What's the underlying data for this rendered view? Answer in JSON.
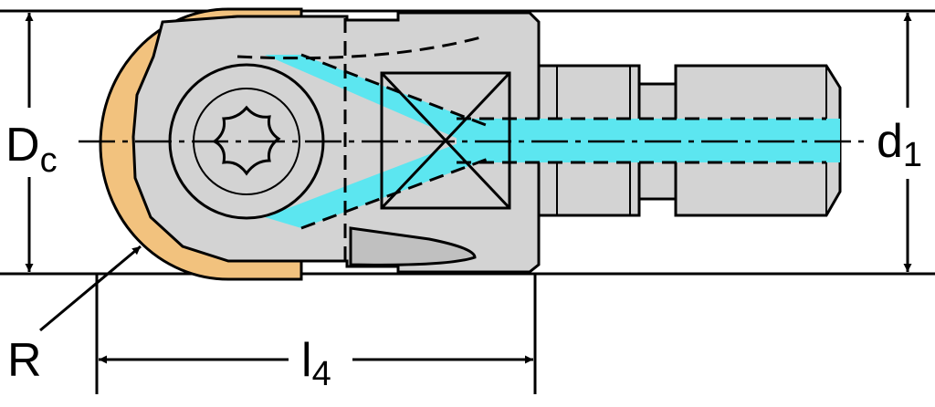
{
  "labels": {
    "dc": {
      "main": "D",
      "sub": "c"
    },
    "d1": {
      "main": "d",
      "sub": "1"
    },
    "r": "R",
    "l4": {
      "main": "l",
      "sub": "4"
    }
  },
  "colors": {
    "body": "#d3d3d3",
    "insert": "#f2c27e",
    "coolant": "#5ce6f0",
    "line": "#000000"
  }
}
